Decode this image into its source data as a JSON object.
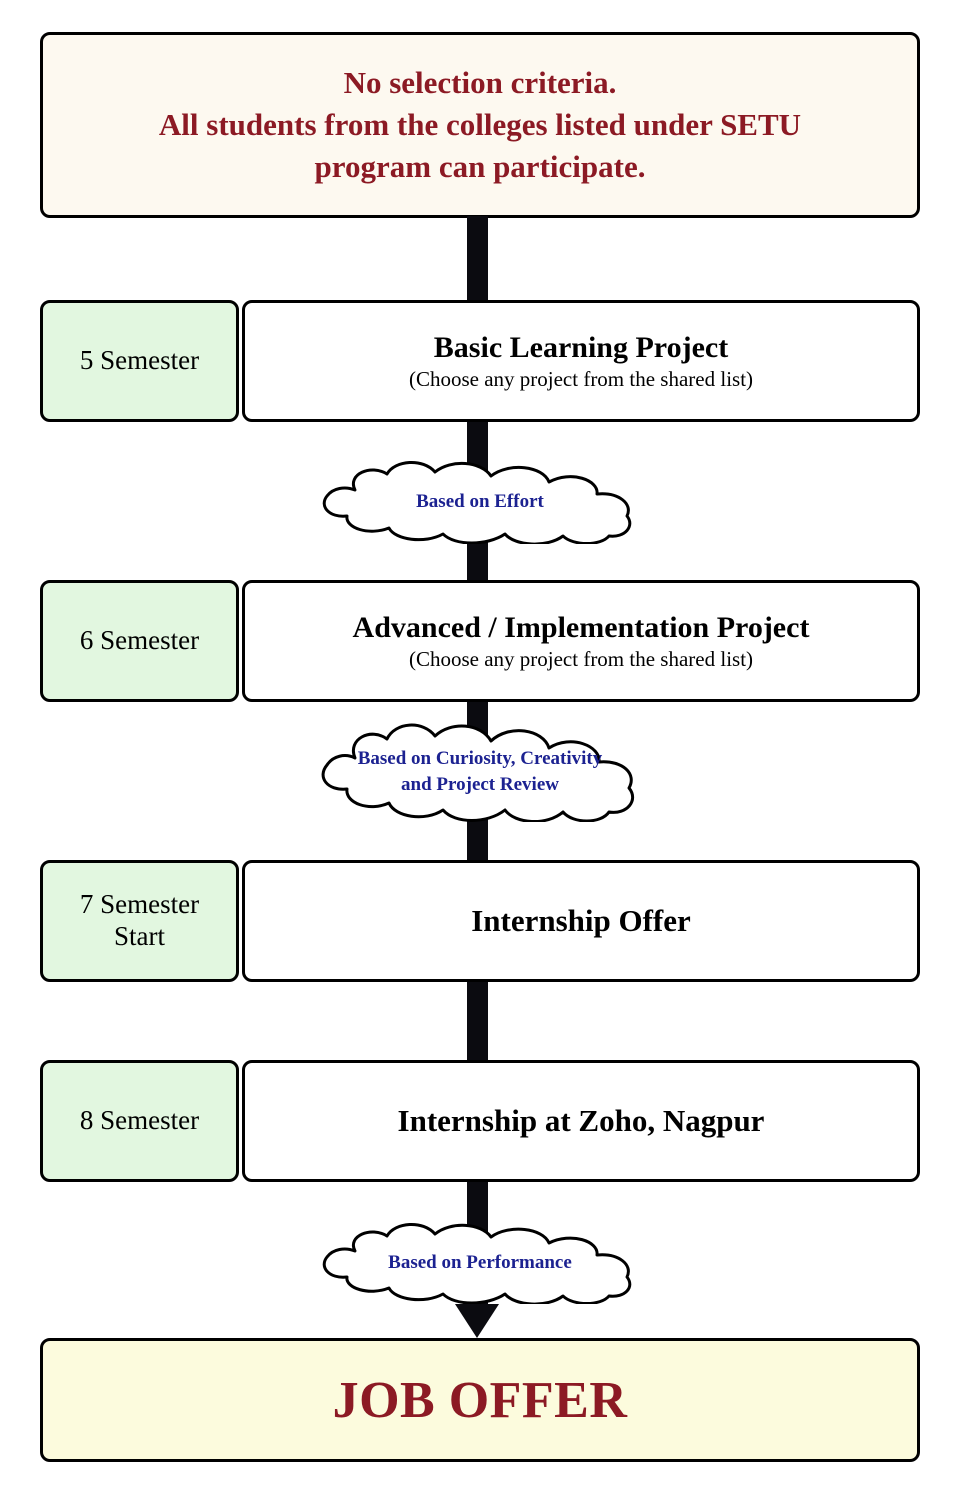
{
  "diagram": {
    "title": "SETU Program Student Journey Flowchart",
    "colors": {
      "header_bg": "#fdf9f0",
      "header_text": "#8c1a24",
      "semester_bg": "#e2f7e0",
      "stage_bg": "#ffffff",
      "job_bg": "#fcfbdd",
      "job_text": "#8c1a24",
      "cloud_text": "#1c2291",
      "outline": "#000000",
      "connector": "#0b0b10"
    }
  },
  "header": {
    "lines": [
      "No selection criteria.",
      "All students from the colleges listed under SETU",
      "program can participate."
    ]
  },
  "stages": [
    {
      "semester": "5 Semester",
      "title": "Basic Learning Project",
      "subtitle": "(Choose any project from the shared list)"
    },
    {
      "semester": "6 Semester",
      "title": "Advanced / Implementation Project",
      "subtitle": "(Choose any project from the shared list)"
    },
    {
      "semester_line1": "7 Semester",
      "semester_line2": "Start",
      "title": "Internship Offer",
      "subtitle": ""
    },
    {
      "semester": "8 Semester",
      "title": "Internship at Zoho, Nagpur",
      "subtitle": ""
    }
  ],
  "clouds": [
    {
      "lines": [
        "Based on Effort"
      ]
    },
    {
      "lines": [
        "Based on Curiosity, Creativity",
        "and Project Review"
      ]
    },
    {
      "lines": [
        "Based on Performance"
      ]
    }
  ],
  "outcome": {
    "label": "JOB OFFER"
  }
}
